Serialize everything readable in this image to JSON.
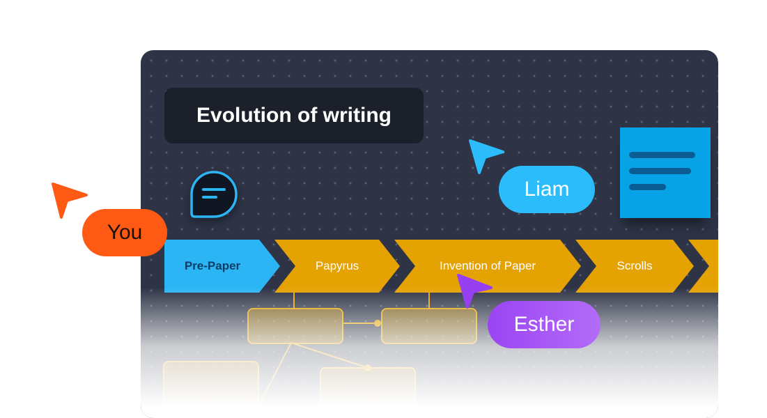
{
  "board": {
    "title": "Evolution of writing"
  },
  "timeline": {
    "steps": [
      {
        "label": "Pre-Paper"
      },
      {
        "label": "Papyrus"
      },
      {
        "label": "Invention of Paper"
      },
      {
        "label": "Scrolls"
      },
      {
        "label": ""
      }
    ]
  },
  "collaborators": {
    "you": {
      "name": "You",
      "color": "#ff5a14"
    },
    "liam": {
      "name": "Liam",
      "color": "#2cbcfb"
    },
    "esther": {
      "name": "Esther",
      "color": "#9740f2"
    }
  },
  "icons": {
    "comment": "chat-bubble-icon",
    "note": "sticky-note-icon"
  },
  "colors": {
    "board_bg": "#2e3446",
    "step_primary": "#2cb5f4",
    "step_secondary": "#e5a203",
    "sticky_note": "#08a3e6"
  }
}
